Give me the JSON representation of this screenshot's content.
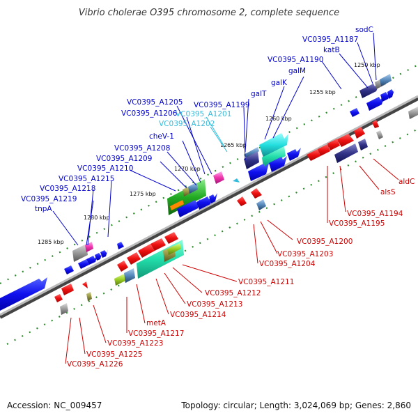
{
  "title": "Vibrio cholerae O395 chromosome 2, complete sequence",
  "footer": {
    "accession": "Accession: NC_009457",
    "summary": "Topology: circular; Length: 3,024,069 bp; Genes: 2,860"
  },
  "scale_ticks": [
    "1250 kbp",
    "1255 kbp",
    "1260 kbp",
    "1265 kbp",
    "1270 kbp",
    "1275 kbp",
    "1280 kbp",
    "1285 kbp"
  ],
  "colors": {
    "forward_label": "#0000cc",
    "highlight_label": "#33bbdd",
    "reverse_label": "#cc0000",
    "backbone": "#777777",
    "tick_dots": "#2a8a2a"
  },
  "forward_labels": [
    {
      "text": "sodC",
      "color": "#0000cc"
    },
    {
      "text": "VC0395_A1187",
      "color": "#0000cc"
    },
    {
      "text": "katB",
      "color": "#0000cc"
    },
    {
      "text": "VC0395_A1190",
      "color": "#0000cc"
    },
    {
      "text": "galM",
      "color": "#0000cc"
    },
    {
      "text": "galK",
      "color": "#0000cc"
    },
    {
      "text": "galT",
      "color": "#0000cc"
    },
    {
      "text": "VC0395_A1205",
      "color": "#0000cc"
    },
    {
      "text": "VC0395_A1199",
      "color": "#0000cc"
    },
    {
      "text": "VC0395_A1206",
      "color": "#0000cc"
    },
    {
      "text": "VC0395_A1201",
      "color": "#33bbdd"
    },
    {
      "text": "VC0395_A1202",
      "color": "#33bbdd"
    },
    {
      "text": "cheV-1",
      "color": "#0000cc"
    },
    {
      "text": "VC0395_A1208",
      "color": "#0000cc"
    },
    {
      "text": "VC0395_A1209",
      "color": "#0000cc"
    },
    {
      "text": "VC0395_A1210",
      "color": "#0000cc"
    },
    {
      "text": "VC0395_A1215",
      "color": "#0000cc"
    },
    {
      "text": "VC0395_A1218",
      "color": "#0000cc"
    },
    {
      "text": "VC0395_A1219",
      "color": "#0000cc"
    },
    {
      "text": "tnpA",
      "color": "#0000cc"
    }
  ],
  "reverse_labels": [
    {
      "text": "aldC"
    },
    {
      "text": "alsS"
    },
    {
      "text": "VC0395_A1194"
    },
    {
      "text": "VC0395_A1195"
    },
    {
      "text": "VC0395_A1200"
    },
    {
      "text": "VC0395_A1203"
    },
    {
      "text": "VC0395_A1204"
    },
    {
      "text": "VC0395_A1211"
    },
    {
      "text": "VC0395_A1212"
    },
    {
      "text": "VC0395_A1213"
    },
    {
      "text": "VC0395_A1214"
    },
    {
      "text": "metA"
    },
    {
      "text": "VC0395_A1217"
    },
    {
      "text": "VC0395_A1223"
    },
    {
      "text": "VC0395_A1225"
    },
    {
      "text": "VC0395_A1226"
    }
  ]
}
